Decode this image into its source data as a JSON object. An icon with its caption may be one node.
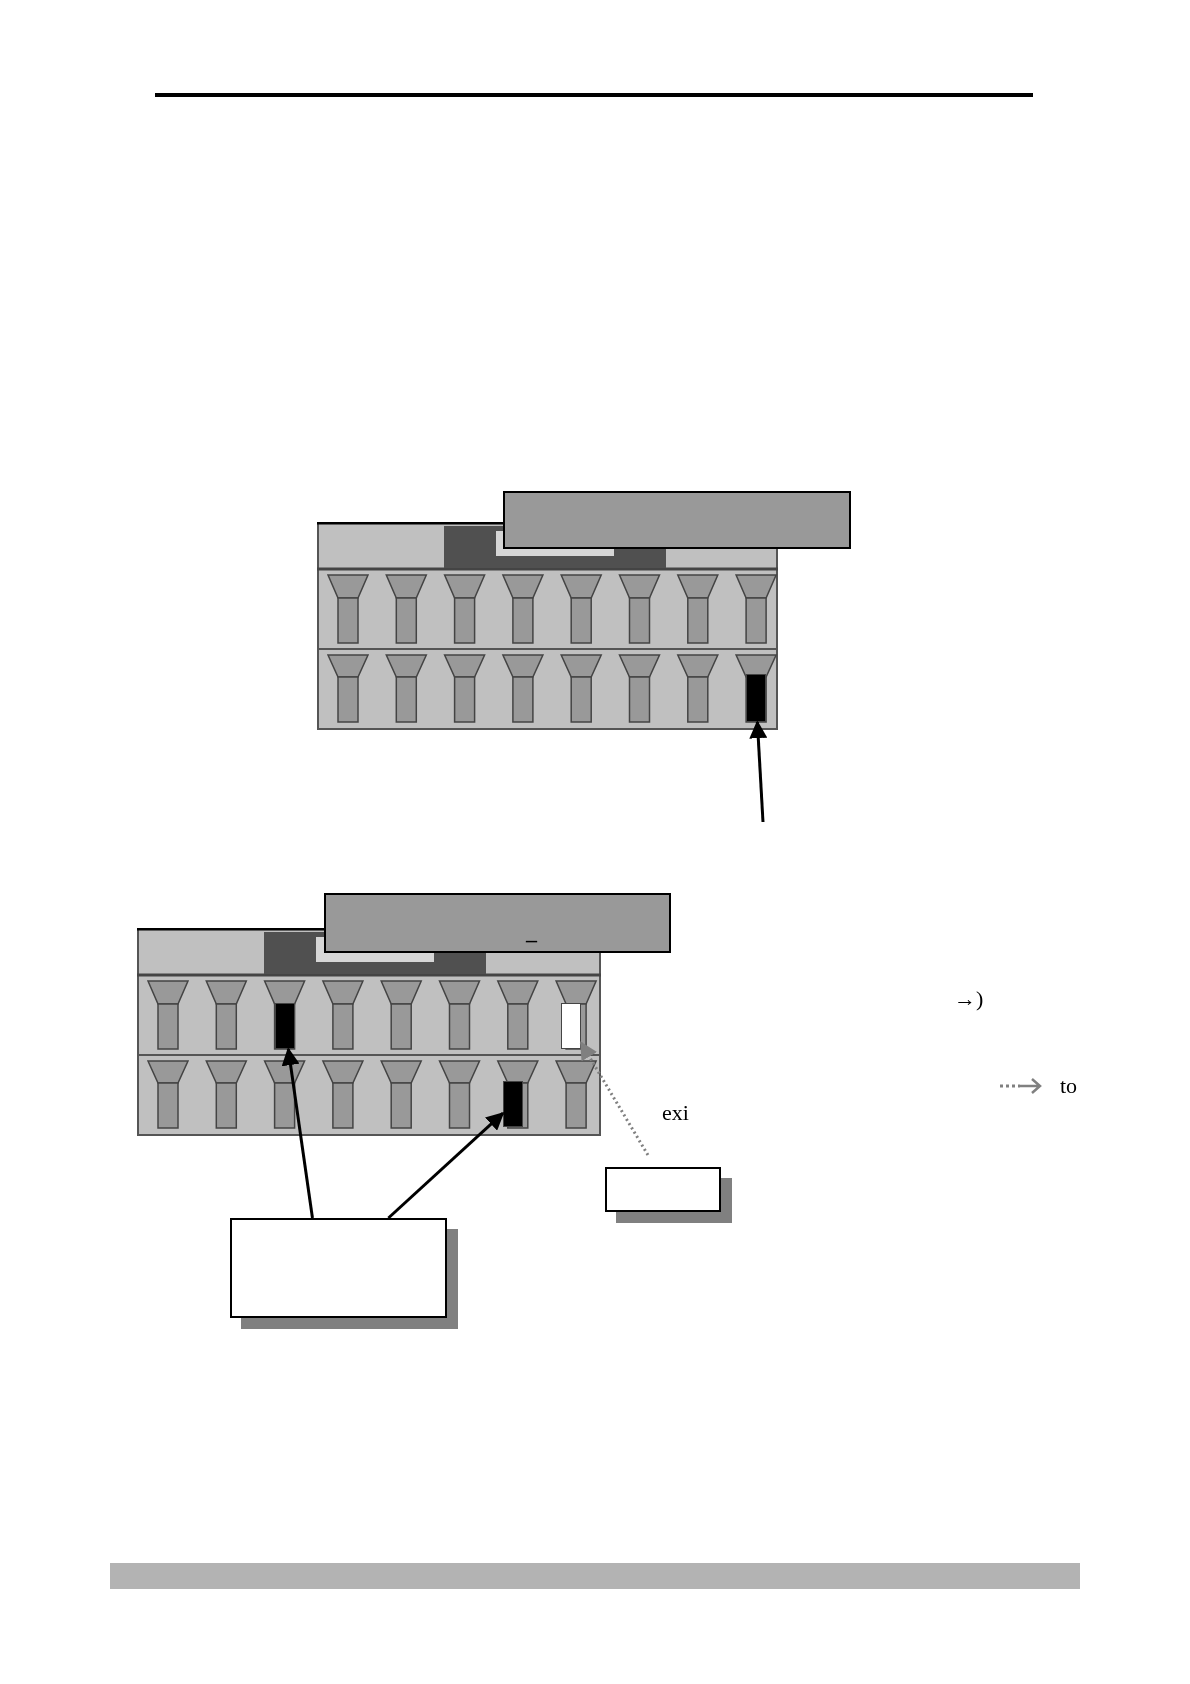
{
  "diagram": {
    "nodes": [
      {
        "text": [],
        "shape": "box"
      },
      {
        "text": [],
        "shape": "picture"
      },
      {
        "text": [],
        "shape": "bar",
        "in": 1
      },
      {
        "text": [
          "_"
        ]
      },
      {
        "text": [],
        "shape": "picture"
      },
      {
        "text": [],
        "shape": "bar",
        "in": 4
      },
      {
        "text": [],
        "shape": "bar",
        "in": 4
      },
      {
        "text": [],
        "shape": "bar",
        "in": 4
      },
      {
        "text": [],
        "shape": "box"
      },
      {
        "text": [],
        "shape": "box"
      }
    ],
    "edges": [
      {
        "from": null,
        "to": 2,
        "arrow": "to"
      },
      {
        "from": 8,
        "to": 5,
        "arrow": "to"
      },
      {
        "from": 8,
        "to": 7,
        "arrow": "to"
      },
      {
        "from": 9,
        "to": 6,
        "arrow": "to",
        "style": "dashed",
        "color": "#808080"
      }
    ],
    "labels": [
      "→)",
      "to",
      "exi"
    ]
  }
}
